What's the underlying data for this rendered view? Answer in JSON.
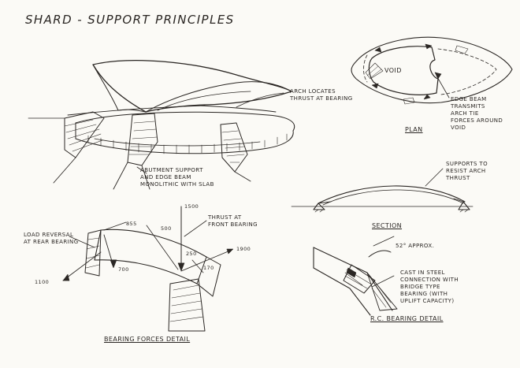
{
  "title": "SHARD - SUPPORT PRINCIPLES",
  "annotations": {
    "arch": "ARCH LOCATES\nTHRUST AT BEARING",
    "abutment": "ABUTMENT SUPPORT\nAND EDGE BEAM\nMONOLITHIC WITH SLAB",
    "void": "VOID",
    "edge_beam": "EDGE BEAM\nTRANSMITS\nARCH TIE\nFORCES AROUND\nVOID",
    "plan": "PLAN",
    "supports": "SUPPORTS TO\nRESIST ARCH\nTHRUST",
    "section": "SECTION",
    "thrust": "THRUST AT\nFRONT BEARING",
    "load_reversal": "LOAD REVERSAL\nAT REAR BEARING",
    "bearing_forces": "BEARING FORCES DETAIL",
    "angle": "52° APPROX.",
    "cast_in": "CAST IN STEEL\nCONNECTION WITH\nBRIDGE TYPE\nBEARING (WITH\nUPLIFT CAPACITY)",
    "rc_bearing": "R.C. BEARING DETAIL"
  },
  "forces": {
    "f1500": "1500",
    "f855": "855",
    "f500": "500",
    "f250": "250",
    "f1900": "1900",
    "f700": "700",
    "f170": "170",
    "f1100": "1100"
  }
}
